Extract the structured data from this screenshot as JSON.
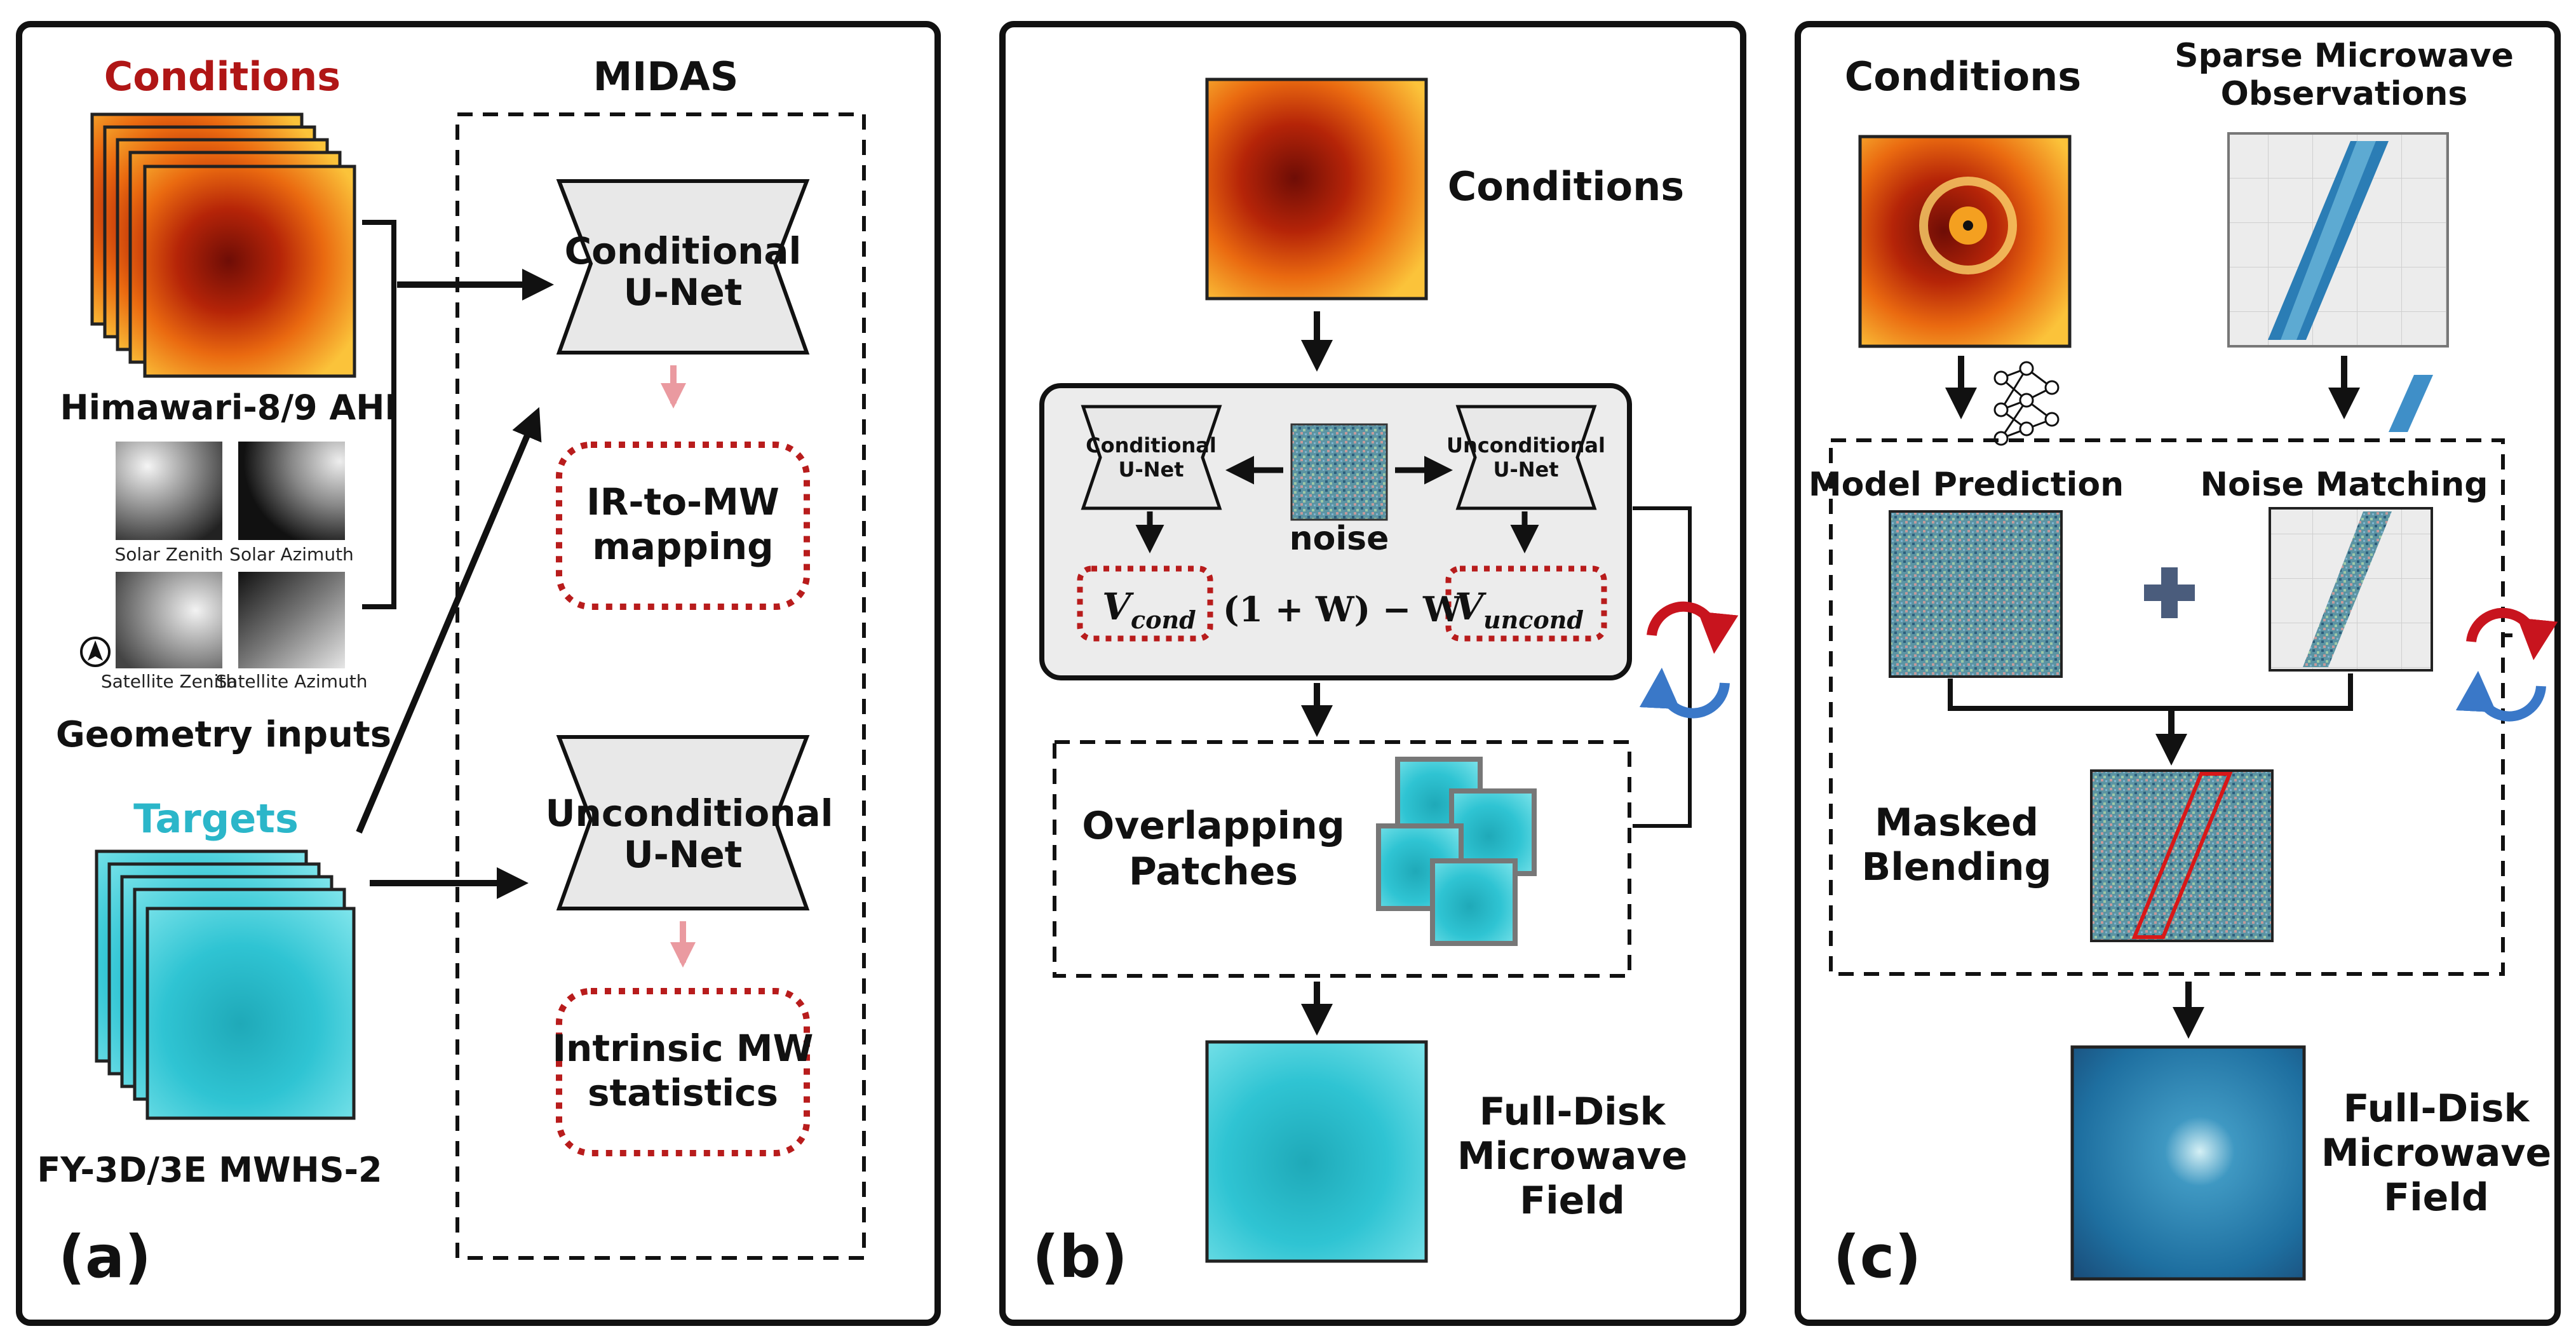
{
  "colors": {
    "accent_red": "#b01616",
    "accent_teal": "#2bb6c9",
    "dotted_red": "#b81c1c",
    "arrow_pink": "#ea9aa0",
    "unet_fill": "#e8e8e8",
    "cycle_red": "#c8141e",
    "cycle_blue": "#3a78c8",
    "plus_color": "#4a5c7c"
  },
  "panel_a": {
    "label": "(a)",
    "conditions": "Conditions",
    "midas": "MIDAS",
    "himawari": "Himawari-8/9 AHI",
    "solar_zenith": "Solar Zenith",
    "solar_azimuth": "Solar Azimuth",
    "satellite_zenith": "Satellite Zenith",
    "satellite_azimuth": "Satellite Azimuth",
    "geometry": "Geometry inputs",
    "targets": "Targets",
    "fy3": "FY-3D/3E MWHS-2",
    "cond_unet_l1": "Conditional",
    "cond_unet_l2": "U-Net",
    "uncond_unet_l1": "Unconditional",
    "uncond_unet_l2": "U-Net",
    "ir_mw_l1": "IR-to-MW",
    "ir_mw_l2": "mapping",
    "intrinsic_l1": "Intrinsic MW",
    "intrinsic_l2": "statistics"
  },
  "panel_b": {
    "label": "(b)",
    "conditions": "Conditions",
    "cond_unet_l1": "Conditional",
    "cond_unet_l2": "U-Net",
    "uncond_unet_l1": "Unconditional",
    "uncond_unet_l2": "U-Net",
    "noise": "noise",
    "v": "V",
    "cond_sub": "cond",
    "uncond_sub": "uncond",
    "formula_mid": "(1 + W) − W",
    "overlap_l1": "Overlapping",
    "overlap_l2": "Patches",
    "field_l1": "Full-Disk",
    "field_l2": "Microwave",
    "field_l3": "Field"
  },
  "panel_c": {
    "label": "(c)",
    "conditions": "Conditions",
    "sparse_l1": "Sparse Microwave",
    "sparse_l2": "Observations",
    "model_pred": "Model Prediction",
    "noise_match": "Noise Matching",
    "masked_l1": "Masked",
    "masked_l2": "Blending",
    "field_l1": "Full-Disk",
    "field_l2": "Microwave",
    "field_l3": "Field"
  }
}
